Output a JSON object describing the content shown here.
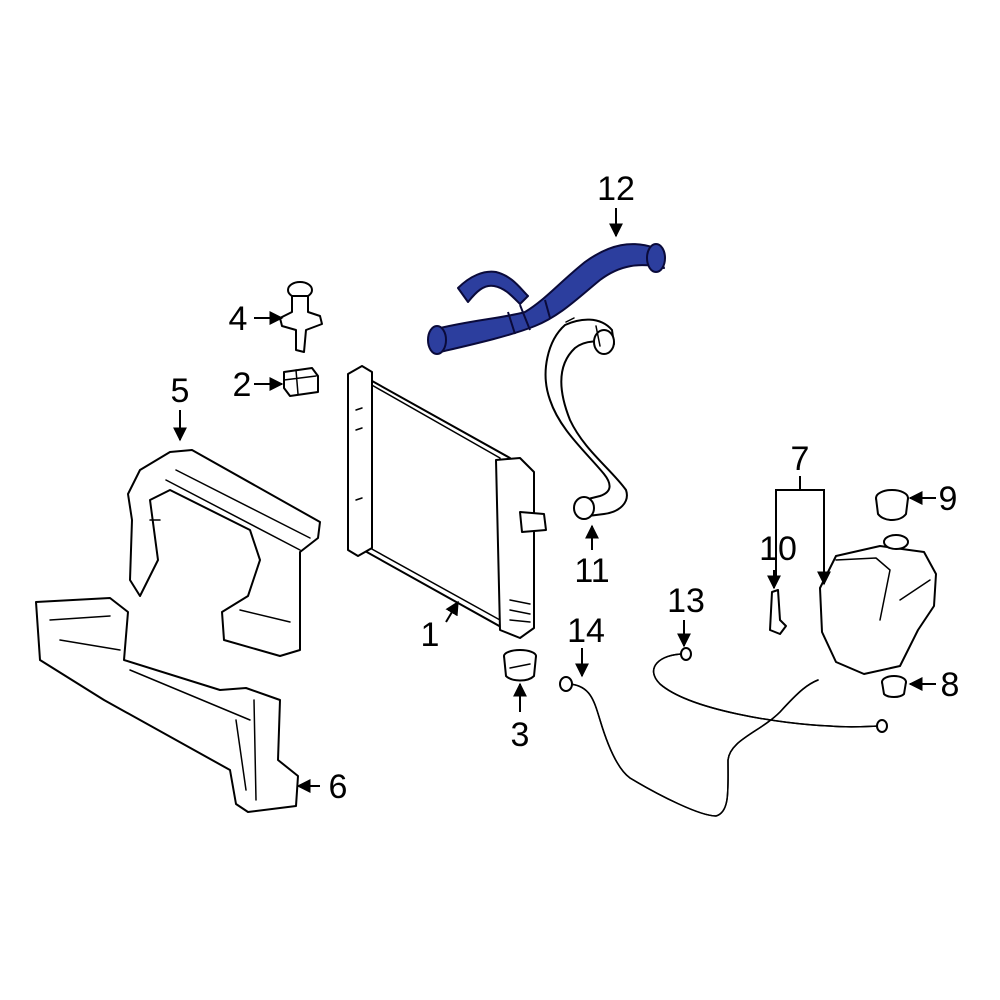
{
  "diagram": {
    "highlight_color": "#2c3e9e",
    "callouts": {
      "c1": "1",
      "c2": "2",
      "c3": "3",
      "c4": "4",
      "c5": "5",
      "c6": "6",
      "c7": "7",
      "c8": "8",
      "c9": "9",
      "c10": "10",
      "c11": "11",
      "c12": "12",
      "c13": "13",
      "c14": "14"
    }
  }
}
